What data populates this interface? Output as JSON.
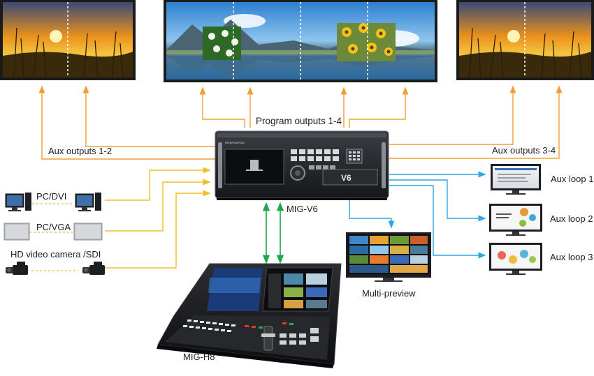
{
  "labels": {
    "program_outputs": "Program outputs 1-4",
    "aux_outputs_left": "Aux outputs 1-2",
    "aux_outputs_right": "Aux outputs 3-4",
    "main_device": "MIG-V6",
    "console": "MIG-H8",
    "multi_preview": "Multi-preview",
    "aux_loop_1": "Aux loop 1",
    "aux_loop_2": "Aux loop 2",
    "aux_loop_3": "Aux loop 3",
    "pc_dvi": "PC/DVI",
    "pc_vga": "PC/VGA",
    "hd_camera": "HD video camera /SDI"
  },
  "device": {
    "brand": "MAGNIMAGE",
    "badge": "V6"
  },
  "colors": {
    "aux_output_arrow": "#f0a030",
    "input_arrow": "#f0c020",
    "loop_arrow": "#2aa8e0",
    "control_arrow": "#1fa84a"
  }
}
